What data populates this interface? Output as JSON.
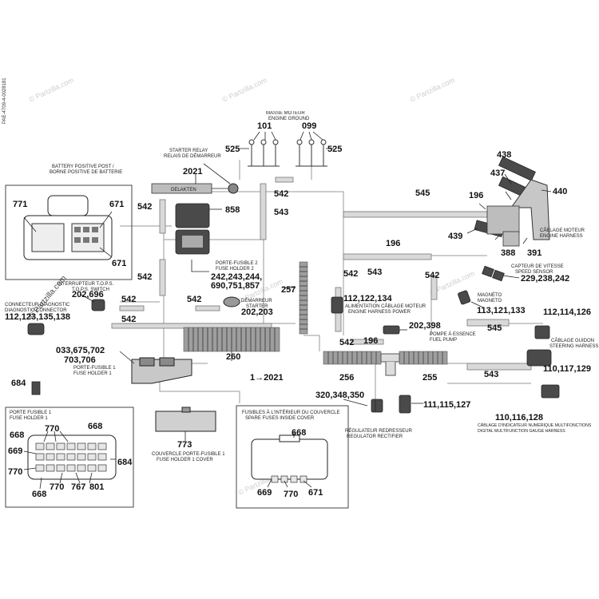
{
  "side_code": "PAE-4709-4-0028181",
  "watermark": "© Partzilla.com",
  "callouts": [
    {
      "id": "c438",
      "text": "438"
    },
    {
      "id": "c437",
      "text": "437"
    },
    {
      "id": "c440",
      "text": "440"
    },
    {
      "id": "c196a",
      "text": "196"
    },
    {
      "id": "c545a",
      "text": "545"
    },
    {
      "id": "c439",
      "text": "439"
    },
    {
      "id": "c388",
      "text": "388"
    },
    {
      "id": "c391",
      "text": "391"
    },
    {
      "id": "c101",
      "text": "101"
    },
    {
      "id": "c099",
      "text": "099"
    },
    {
      "id": "c525a",
      "text": "525"
    },
    {
      "id": "c525b",
      "text": "525"
    },
    {
      "id": "c2021",
      "text": "2021"
    },
    {
      "id": "c858",
      "text": "858"
    },
    {
      "id": "c542a",
      "text": "542"
    },
    {
      "id": "c542b",
      "text": "542"
    },
    {
      "id": "c543a",
      "text": "543"
    },
    {
      "id": "c771",
      "text": "771"
    },
    {
      "id": "c671a",
      "text": "671"
    },
    {
      "id": "c671b",
      "text": "671"
    },
    {
      "id": "c542c",
      "text": "542"
    },
    {
      "id": "c242",
      "text": "242,243,244,"
    },
    {
      "id": "c690",
      "text": "690,751,857"
    },
    {
      "id": "c257",
      "text": "257"
    },
    {
      "id": "c196b",
      "text": "196"
    },
    {
      "id": "c543b",
      "text": "543"
    },
    {
      "id": "c542d",
      "text": "542"
    },
    {
      "id": "c542e",
      "text": "542"
    },
    {
      "id": "c229",
      "text": "229,238,242"
    },
    {
      "id": "c202696",
      "text": "202,696"
    },
    {
      "id": "c542f",
      "text": "542"
    },
    {
      "id": "c542g",
      "text": "542"
    },
    {
      "id": "c112a",
      "text": "112,123,135,138"
    },
    {
      "id": "c542h",
      "text": "542"
    },
    {
      "id": "c112b",
      "text": "112,122,134"
    },
    {
      "id": "c113",
      "text": "113,121,133"
    },
    {
      "id": "c112c",
      "text": "112,114,126"
    },
    {
      "id": "c202203",
      "text": "202,203"
    },
    {
      "id": "c202398",
      "text": "202,398"
    },
    {
      "id": "c542i",
      "text": "542"
    },
    {
      "id": "c196c",
      "text": "196"
    },
    {
      "id": "c545b",
      "text": "545"
    },
    {
      "id": "c033",
      "text": "033,675,702"
    },
    {
      "id": "c703",
      "text": "703,706"
    },
    {
      "id": "c260",
      "text": "260"
    },
    {
      "id": "c110a",
      "text": "110,117,129"
    },
    {
      "id": "c256",
      "text": "256"
    },
    {
      "id": "c255",
      "text": "255"
    },
    {
      "id": "c684a",
      "text": "684"
    },
    {
      "id": "c1to2021",
      "text": "1→2021"
    },
    {
      "id": "c543c",
      "text": "543"
    },
    {
      "id": "c320",
      "text": "320,348,350"
    },
    {
      "id": "c111",
      "text": "111,115,127"
    },
    {
      "id": "c110b",
      "text": "110,116,128"
    },
    {
      "id": "c668a",
      "text": "668"
    },
    {
      "id": "c770a",
      "text": "770"
    },
    {
      "id": "c668b",
      "text": "668"
    },
    {
      "id": "c669a",
      "text": "669"
    },
    {
      "id": "c684b",
      "text": "684"
    },
    {
      "id": "c770b",
      "text": "770"
    },
    {
      "id": "c668c",
      "text": "668"
    },
    {
      "id": "c770c",
      "text": "770"
    },
    {
      "id": "c767",
      "text": "767"
    },
    {
      "id": "c801",
      "text": "801"
    },
    {
      "id": "c773",
      "text": "773"
    },
    {
      "id": "c668d",
      "text": "668"
    },
    {
      "id": "c669b",
      "text": "669"
    },
    {
      "id": "c770d",
      "text": "770"
    },
    {
      "id": "c671c",
      "text": "671"
    }
  ],
  "captions": {
    "engine_ground": [
      "MASSE MOTEUR",
      "ENGINE GROUND"
    ],
    "starter_relay": [
      "STARTER RELAY",
      "RELAIS DE DÉMARREUR"
    ],
    "battery_post": [
      "BATTERY POSITIVE POST /",
      "BORNE POSITIVE DE BATTERIE"
    ],
    "engine_harness": [
      "CÂBLAGE MOTEUR",
      "ENGINE HARNESS"
    ],
    "fuse_holder_2": [
      "PORTE-FUSIBLE 2",
      "FUSE HOLDER 2"
    ],
    "speed_sensor": [
      "CAPTEUR DE VITESSE",
      "SPEED SENSOR"
    ],
    "tops_switch": [
      "INTERRUPTEUR T.O.P.S.",
      "T.O.P.S. SWITCH"
    ],
    "diag_connector": [
      "CONNECTEUR DIAGNOSTIC",
      "DIAGNOSTIC CONNECTOR"
    ],
    "starter": [
      "DÉMARREUR",
      "STARTER"
    ],
    "harness_power": [
      "ALIMENTATION CÂBLAGE MOTEUR",
      "ENGINE HARNESS POWER"
    ],
    "magneto": [
      "MAGNÉTO",
      "MAGNETO"
    ],
    "fuel_pump": [
      "POMPE À ESSENCE",
      "FUEL PUMP"
    ],
    "steering_harness": [
      "CÂBLAGE GUIDON",
      "STEERING HARNESS"
    ],
    "fuse_holder_1": [
      "PORTE-FUSIBLE 1",
      "FUSE HOLDER 1"
    ],
    "regulator": [
      "RÉGULATEUR REDRESSEUR",
      "REGULATOR RECTIFIER"
    ],
    "gauge_harness": [
      "CÂBLAGE D'INDICATEUR NUMÉRIQUE MULTIFONCTIONS",
      "DIGITAL MULTIFUNCTION GAUGE HARNESS"
    ],
    "fuse_holder_1_box": [
      "PORTE FUSIBLE 1",
      "FUSE HOLDER 1"
    ],
    "fuse_holder_1_cover": [
      "COUVERCLE PORTE-FUSIBLE 1",
      "FUSE HOLDER 1 COVER"
    ],
    "spare_fuses": [
      "FUSIBLES À L'INTÉRIEUR DU COUVERCLE",
      "SPARE FUSES INSIDE COVER"
    ]
  },
  "relay_label": "DELAKTEN"
}
